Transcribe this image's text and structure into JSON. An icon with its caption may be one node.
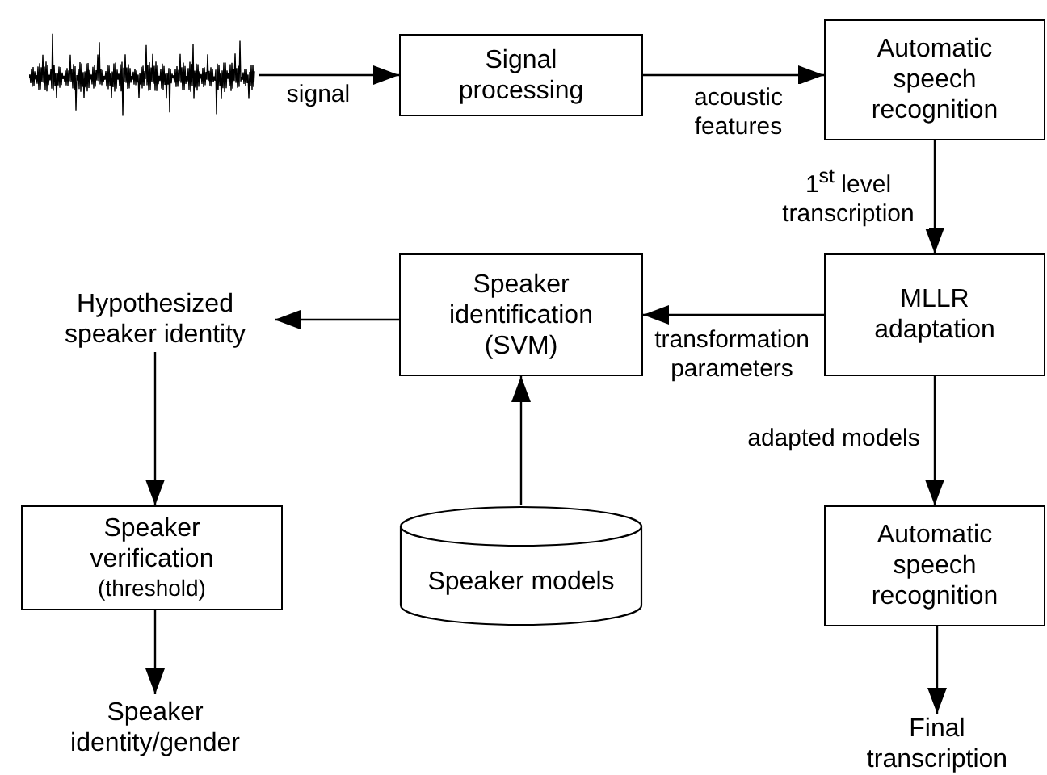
{
  "diagram": {
    "nodes": [
      {
        "text": [],
        "shape": "picture"
      },
      {
        "text": [
          "Signal processing"
        ]
      },
      {
        "text": [
          "Automatic speech recognition"
        ]
      },
      {
        "text": [
          "MLLR adaptation"
        ]
      },
      {
        "text": [
          "Speaker identification (SVM)"
        ]
      },
      {
        "text": [
          "Hypothesized speaker identity"
        ]
      },
      {
        "text": [
          "Speaker verification",
          "(threshold)"
        ]
      },
      {
        "text": [
          "Speaker models"
        ]
      },
      {
        "text": [
          "Automatic speech recognition"
        ]
      },
      {
        "text": [
          "Speaker identity/gender"
        ]
      },
      {
        "text": [
          "Final transcription"
        ]
      }
    ],
    "edges": [
      {
        "from": 0,
        "to": 1,
        "arrow": "to",
        "label": "signal"
      },
      {
        "from": 1,
        "to": 2,
        "arrow": "to",
        "label": "acoustic features"
      },
      {
        "from": 2,
        "to": 3,
        "arrow": "to",
        "label": "1$^{st}$ level transcription"
      },
      {
        "from": 3,
        "to": 4,
        "arrow": "to",
        "label": "transformation parameters"
      },
      {
        "from": 4,
        "to": 5,
        "arrow": "to"
      },
      {
        "from": 5,
        "to": 6,
        "arrow": "to"
      },
      {
        "from": 6,
        "to": 9,
        "arrow": "to"
      },
      {
        "from": 7,
        "to": 4,
        "arrow": "to"
      },
      {
        "from": 3,
        "to": 8,
        "arrow": "to",
        "label": "adapted models"
      },
      {
        "from": 8,
        "to": 10,
        "arrow": "to"
      }
    ]
  }
}
